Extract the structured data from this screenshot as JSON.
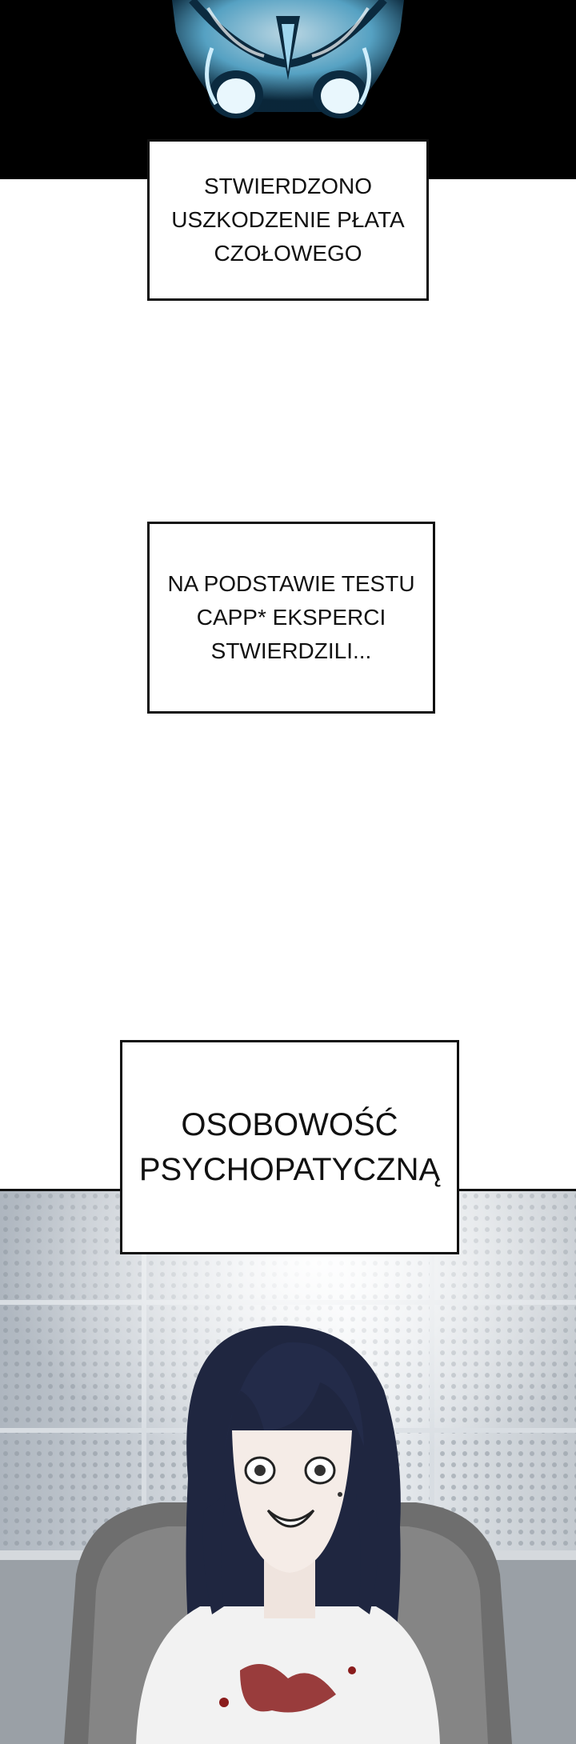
{
  "captions": {
    "frontal_lobe": "STWIERDZONO\nUSZKODZENIE PŁATA\nCZOŁOWEGO",
    "capp_test": "NA PODSTAWIE TESTU\nCAPP* EKSPERCI\nSTWIERDZILI...",
    "diagnosis": "OSOBOWOŚĆ\nPSYCHOPATYCZNĄ"
  },
  "colors": {
    "xray_blue": "#5fb3d8",
    "xray_dark": "#0b2a3f",
    "hair": "#1f2640",
    "panel_black": "#000000"
  }
}
